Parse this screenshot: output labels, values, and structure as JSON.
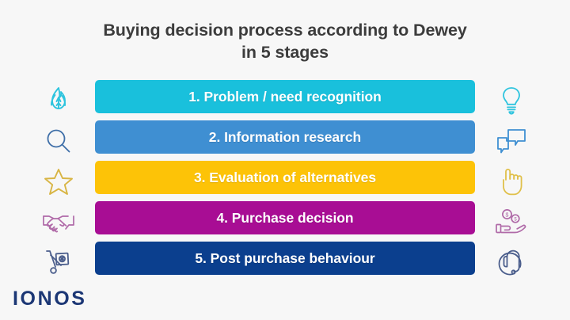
{
  "background_color": "#f7f7f7",
  "title": {
    "line1": "Buying decision process according to Dewey",
    "line2": "in 5 stages",
    "color": "#3c3c3c"
  },
  "stages": [
    {
      "label": "1. Problem / need recognition",
      "color": "#19c0dc",
      "left_icon": "flame-icon",
      "left_icon_color": "#2ec4de",
      "right_icon": "lightbulb-icon",
      "right_icon_color": "#2ec4de"
    },
    {
      "label": "2. Information research",
      "color": "#3f8fd2",
      "left_icon": "magnifying-glass-icon",
      "left_icon_color": "#3f6fa8",
      "right_icon": "speech-bubbles-icon",
      "right_icon_color": "#3f8fd2"
    },
    {
      "label": "3. Evaluation of alternatives",
      "color": "#fdc307",
      "left_icon": "star-icon",
      "left_icon_color": "#d8b544",
      "right_icon": "pointing-hand-icon",
      "right_icon_color": "#e0c04a"
    },
    {
      "label": "4. Purchase decision",
      "color": "#a80d94",
      "left_icon": "handshake-icon",
      "left_icon_color": "#b06aa8",
      "right_icon": "hand-with-coins-icon",
      "right_icon_color": "#b06aa8"
    },
    {
      "label": "5. Post purchase behaviour",
      "color": "#0b3f8e",
      "left_icon": "hand-truck-icon",
      "left_icon_color": "#4b5e8c",
      "right_icon": "headset-support-icon",
      "right_icon_color": "#4b5e8c"
    }
  ],
  "logo": {
    "text": "IONOS",
    "color": "#1c3775"
  }
}
